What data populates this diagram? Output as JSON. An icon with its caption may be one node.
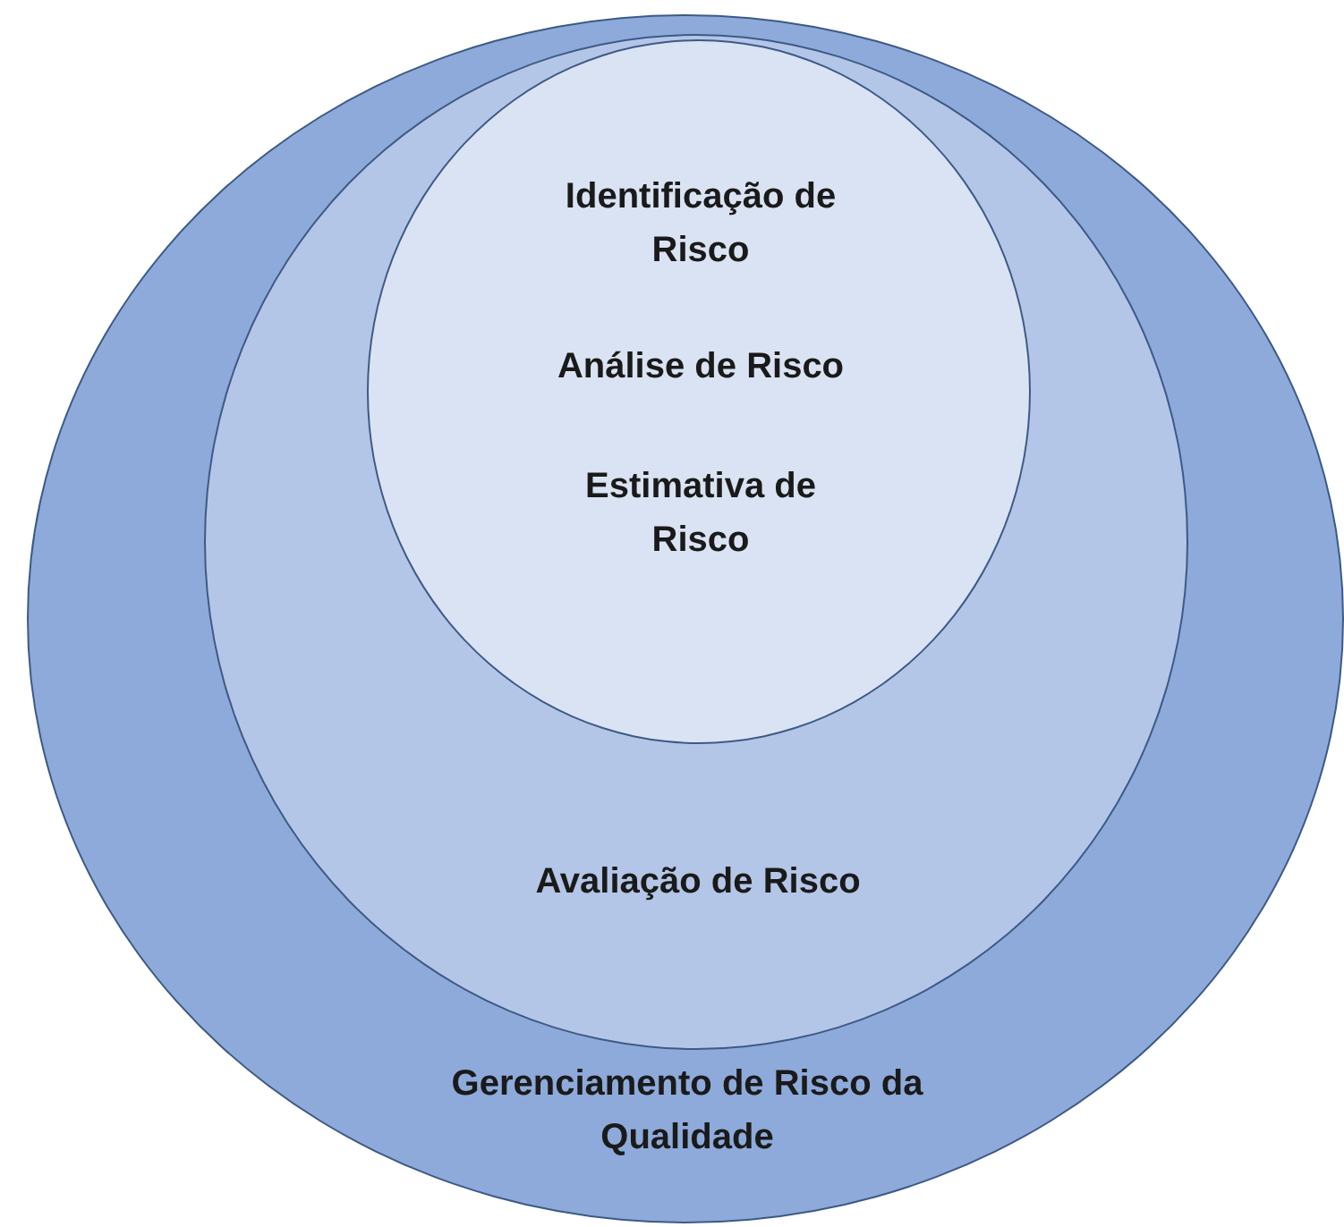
{
  "diagram": {
    "nodes": [
      {
        "text": [
          "Gerenciamento de Risco da Qualidade"
        ]
      },
      {
        "text": [
          "Avaliação de Risco"
        ],
        "in": 0
      },
      {
        "text": [
          "Identificação de Risco",
          "Análise de Risco",
          "Estimativa de Risco"
        ],
        "in": 1
      }
    ]
  }
}
